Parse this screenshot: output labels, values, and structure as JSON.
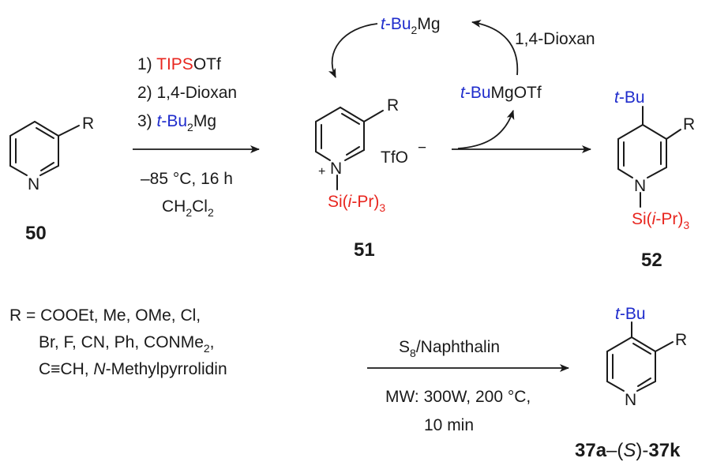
{
  "compounds": {
    "c50": {
      "label": "50",
      "substituent": "R",
      "ring_atom": "N"
    },
    "c51": {
      "label": "51",
      "substituent": "R",
      "ring_atom": "N",
      "charge": "+",
      "n_group": "Si(i-Pr)3",
      "counterion": "TfO",
      "counterion_charge": "−"
    },
    "c52": {
      "label": "52",
      "substituent": "R",
      "top_group": "t-Bu",
      "ring_atom": "N",
      "n_group": "Si(i-Pr)3"
    },
    "c37": {
      "label_a": "37a",
      "label_sep": "–(",
      "label_s": "S",
      "label_close": ")-",
      "label_k": "37k",
      "substituent": "R",
      "top_group": "t-Bu",
      "ring_atom": "N"
    }
  },
  "step1": {
    "reagent1_prefix": "1) ",
    "reagent1_colored": "TIPS",
    "reagent1_suffix": "OTf",
    "reagent2": "2) 1,4-Dioxan",
    "reagent3_prefix": "3) ",
    "reagent3_colored": "t-Bu",
    "reagent3_suffix": "2Mg",
    "condition1": "–85 °C, 16 h",
    "condition2": "CH2Cl2"
  },
  "cycle": {
    "top_reagent_colored": "t-Bu",
    "top_reagent_suffix": "2Mg",
    "dioxan": "1,4-Dioxan",
    "byproduct_colored": "t-Bu",
    "byproduct_suffix": "MgOTf"
  },
  "substituents_note": {
    "line1": "R = COOEt,   Me,   OMe,   Cl,",
    "line2": "Br,  F,  CN,  Ph,  CONMe2,",
    "line3": "C≡CH, N-Methylpyrrolidin"
  },
  "step2": {
    "reagent": "S8/Naphthalin",
    "condition1": "MW: 300W, 200 °C,",
    "condition2": "10 min"
  },
  "colors": {
    "red": "#e8261f",
    "blue": "#1f2ccc",
    "black": "#1a1a1a"
  }
}
